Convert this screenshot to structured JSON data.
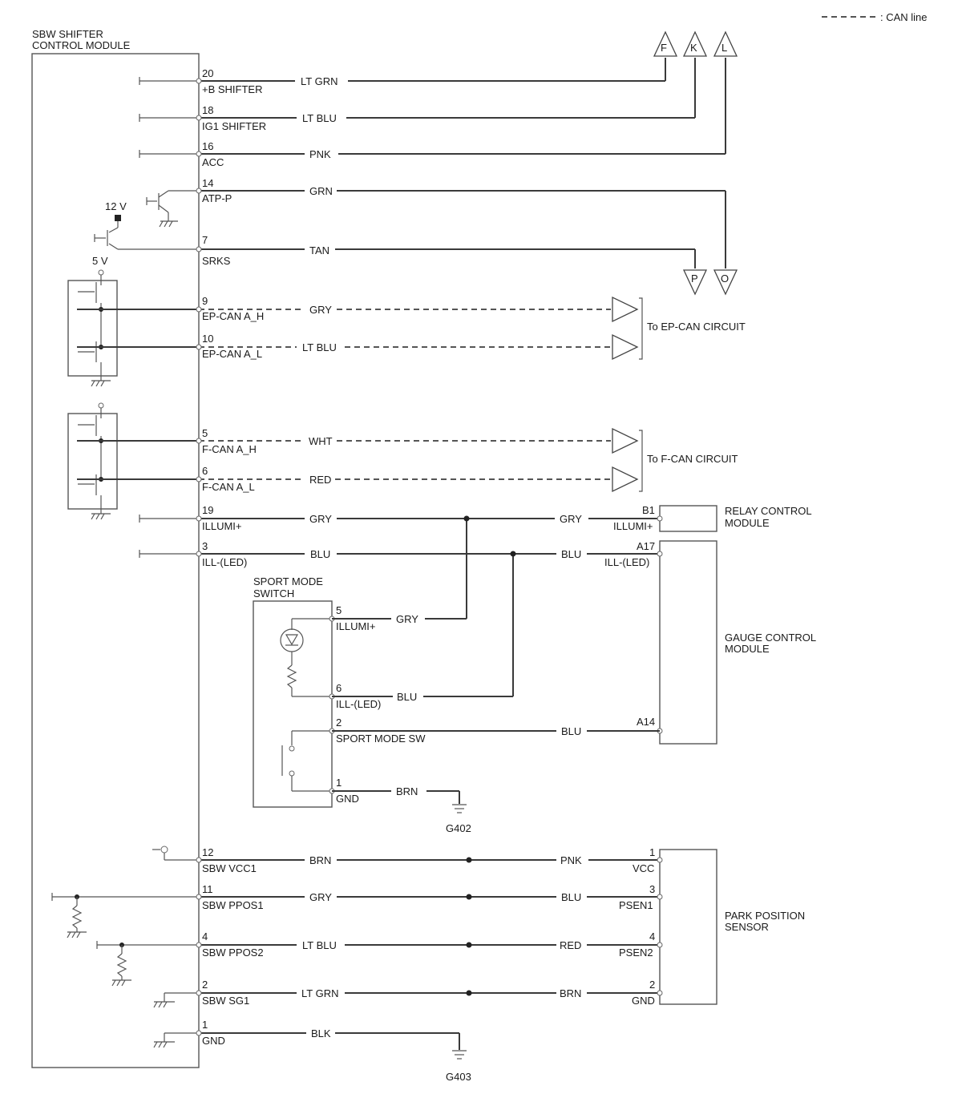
{
  "legend": {
    "label": ": CAN line"
  },
  "module": {
    "title_line1": "SBW SHIFTER",
    "title_line2": "CONTROL MODULE"
  },
  "supply": {
    "v12": "12 V",
    "v5": "5 V"
  },
  "pins": [
    {
      "num": "20",
      "name": "+B SHIFTER",
      "wire": "LT GRN"
    },
    {
      "num": "18",
      "name": "IG1 SHIFTER",
      "wire": "LT BLU"
    },
    {
      "num": "16",
      "name": "ACC",
      "wire": "PNK"
    },
    {
      "num": "14",
      "name": "ATP-P",
      "wire": "GRN"
    },
    {
      "num": "7",
      "name": "SRKS",
      "wire": "TAN"
    },
    {
      "num": "9",
      "name": "EP-CAN A_H",
      "wire": "GRY"
    },
    {
      "num": "10",
      "name": "EP-CAN A_L",
      "wire": "LT BLU"
    },
    {
      "num": "5",
      "name": "F-CAN A_H",
      "wire": "WHT"
    },
    {
      "num": "6",
      "name": "F-CAN A_L",
      "wire": "RED"
    },
    {
      "num": "19",
      "name": "ILLUMI+",
      "wire": "GRY"
    },
    {
      "num": "3",
      "name": "ILL-(LED)",
      "wire": "BLU"
    },
    {
      "num": "12",
      "name": "SBW VCC1",
      "wire": "BRN"
    },
    {
      "num": "11",
      "name": "SBW PPOS1",
      "wire": "GRY"
    },
    {
      "num": "4",
      "name": "SBW PPOS2",
      "wire": "LT BLU"
    },
    {
      "num": "2",
      "name": "SBW SG1",
      "wire": "LT GRN"
    },
    {
      "num": "1",
      "name": "GND",
      "wire": "BLK"
    }
  ],
  "connectors": {
    "f": "F",
    "k": "K",
    "l": "L",
    "p": "P",
    "o": "O"
  },
  "ep_can": {
    "label": "To EP-CAN CIRCUIT"
  },
  "f_can": {
    "label": "To F-CAN CIRCUIT"
  },
  "relay": {
    "name_line1": "RELAY CONTROL",
    "name_line2": "MODULE",
    "pin": "B1",
    "pin_name": "ILLUMI+",
    "wire": "GRY"
  },
  "gauge": {
    "name_line1": "GAUGE CONTROL",
    "name_line2": "MODULE",
    "pin_a17": "A17",
    "pin_a17_name": "ILL-(LED)",
    "wire_a17": "BLU",
    "pin_a14": "A14",
    "wire_a14": "BLU"
  },
  "sport_switch": {
    "title_line1": "SPORT MODE",
    "title_line2": "SWITCH",
    "pins": [
      {
        "num": "5",
        "name": "ILLUMI+",
        "wire": "GRY"
      },
      {
        "num": "6",
        "name": "ILL-(LED)",
        "wire": "BLU"
      },
      {
        "num": "2",
        "name": "SPORT MODE SW"
      },
      {
        "num": "1",
        "name": "GND",
        "wire": "BRN"
      }
    ]
  },
  "grounds": {
    "g402": "G402",
    "g403": "G403"
  },
  "park_sensor": {
    "name_line1": "PARK POSITION",
    "name_line2": "SENSOR",
    "pins": [
      {
        "num": "1",
        "name": "VCC",
        "wire": "PNK"
      },
      {
        "num": "3",
        "name": "PSEN1",
        "wire": "BLU"
      },
      {
        "num": "4",
        "name": "PSEN2",
        "wire": "RED"
      },
      {
        "num": "2",
        "name": "GND",
        "wire": "BRN"
      }
    ]
  }
}
